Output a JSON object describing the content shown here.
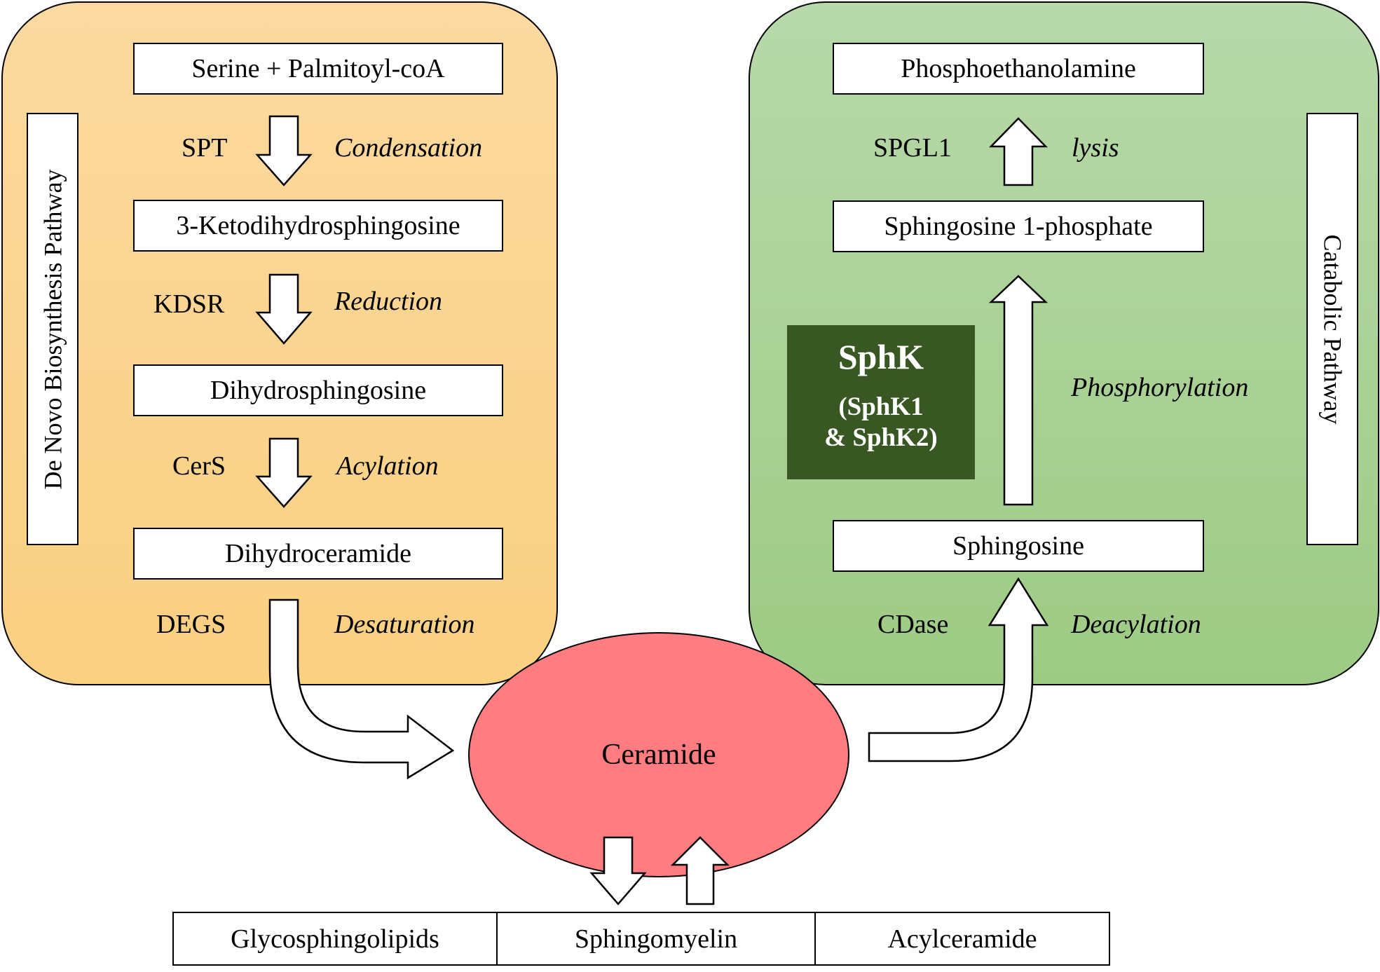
{
  "left_panel": {
    "title": "De Novo Biosynthesis Pathway",
    "boxes": [
      "Serine + Palmitoyl-coA",
      "3-Ketodihydrosphingosine",
      "Dihydrosphingosine",
      "Dihydroceramide"
    ],
    "steps": [
      {
        "enzyme": "SPT",
        "process": "Condensation"
      },
      {
        "enzyme": "KDSR",
        "process": "Reduction"
      },
      {
        "enzyme": "CerS",
        "process": "Acylation"
      },
      {
        "enzyme": "DEGS",
        "process": "Desaturation"
      }
    ]
  },
  "right_panel": {
    "title": "Catabolic Pathway",
    "boxes": [
      "Phosphoethanolamine",
      "Sphingosine 1-phosphate",
      "Sphingosine"
    ],
    "steps": [
      {
        "enzyme": "SPGL1",
        "process": "lysis"
      },
      {
        "enzyme": "",
        "process": "Phosphorylation"
      },
      {
        "enzyme": "CDase",
        "process": "Deacylation"
      }
    ],
    "kinase": {
      "name": "SphK",
      "isoforms": "(SphK1",
      "isoforms_2": "& SphK2)"
    }
  },
  "center": {
    "label": "Ceramide"
  },
  "bottom": {
    "cells": [
      "Glycosphingolipids",
      "Sphingomyelin",
      "Acylceramide"
    ]
  },
  "colors": {
    "left_panel": "#fad081",
    "right_panel": "#9dcb84",
    "ceramide": "#ff7c80",
    "sphk_box": "#385723"
  }
}
